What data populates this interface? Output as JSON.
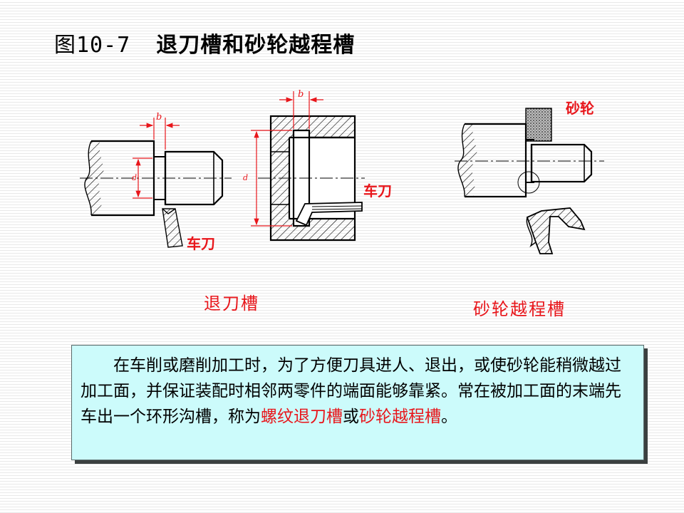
{
  "title": {
    "figure_number": "图10-7",
    "text": "退刀槽和砂轮越程槽"
  },
  "labels": {
    "dimension_b": "b",
    "diameter_mark": "d",
    "tool_left": "车刀",
    "tool_middle": "车刀",
    "grinding_wheel": "砂轮"
  },
  "captions": {
    "left": "退刀槽",
    "right": "砂轮越程槽"
  },
  "description": {
    "text_before": "在车削或磨削加工时，为了方便刀具进人、退出，或使砂轮能稍微越过加工面，并保证装配时相邻两零件的端面能够靠紧。常在被加工面的末端先车出一个环形沟槽，称为",
    "highlight_1": "螺纹退刀槽",
    "connector": "或",
    "highlight_2": "砂轮越程槽",
    "ending": "。"
  },
  "colors": {
    "accent_red": "#e8161b",
    "box_bg": "#ccfbfb",
    "box_shadow": "#3b4040"
  }
}
